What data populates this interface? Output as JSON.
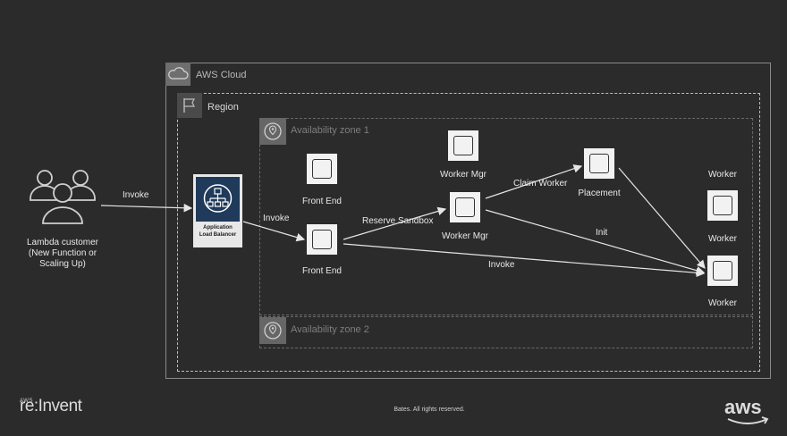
{
  "customer": {
    "label": "Lambda  customer\n(New Function or\nScaling Up)"
  },
  "cloud": {
    "title": "AWS Cloud",
    "region_label": "Region",
    "az1_label": "Availability zone 1",
    "az2_label": "Availability zone 2"
  },
  "alb": {
    "label_line1": "Application",
    "label_line2": "Load Balancer"
  },
  "nodes": {
    "front_end_top": "Front End",
    "front_end_bottom": "Front End",
    "worker_mgr_top": "Worker Mgr",
    "worker_mgr_mid": "Worker Mgr",
    "placement": "Placement",
    "worker_header": "Worker",
    "worker_mid": "Worker",
    "worker_bottom": "Worker"
  },
  "edges": {
    "invoke_customer": "Invoke",
    "invoke_alb": "Invoke",
    "reserve_sandbox": "Reserve Sandbox",
    "claim_worker": "Claim Worker",
    "init": "Init",
    "invoke_worker": "Invoke"
  },
  "footer": {
    "brand_top": "AWS",
    "brand_main": "re:Invent",
    "copyright": "Bates. All rights reserved.",
    "aws_logo": "aws"
  }
}
